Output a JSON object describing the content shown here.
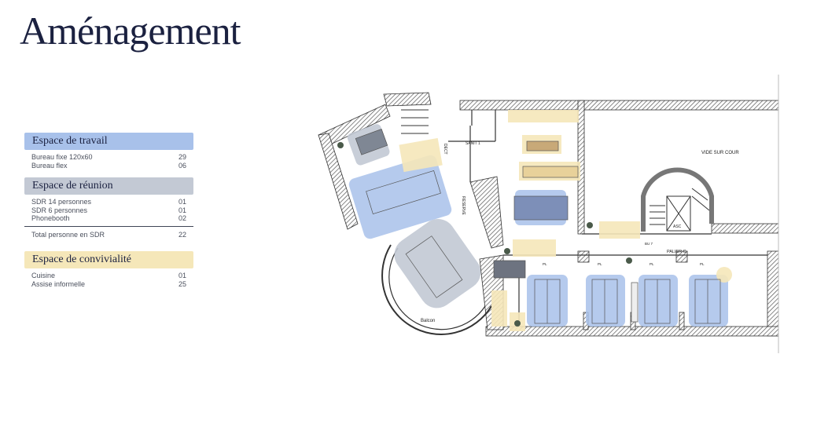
{
  "page": {
    "title": "Aménagement"
  },
  "legend": {
    "work": {
      "title": "Espace de travail",
      "color": "#a8c1ea",
      "items": [
        {
          "label": "Bureau fixe 120x60",
          "value": "29"
        },
        {
          "label": "Bureau flex",
          "value": "06"
        }
      ]
    },
    "meeting": {
      "title": "Espace de réunion",
      "color": "#c3c9d4",
      "items": [
        {
          "label": "SDR 14 personnes",
          "value": "01"
        },
        {
          "label": "SDR 6 personnes",
          "value": "01"
        },
        {
          "label": "Phonebooth",
          "value": "02"
        }
      ],
      "total": {
        "label": "Total personne en SDR",
        "value": "22"
      }
    },
    "social": {
      "title": "Espace de convivialité",
      "color": "#f5e7b9",
      "items": [
        {
          "label": "Cuisine",
          "value": "01"
        },
        {
          "label": "Assise informelle",
          "value": "25"
        }
      ]
    }
  },
  "plan": {
    "labels": {
      "vide": "VIDE SUR COUR",
      "palier": "PALIER C",
      "asc": "ASC",
      "sanit": "SANIT 1",
      "reserve": "RESERVE",
      "dect": "DECT",
      "balcon": "Balcon",
      "bu": "BU 7",
      "pl": "PL"
    }
  }
}
